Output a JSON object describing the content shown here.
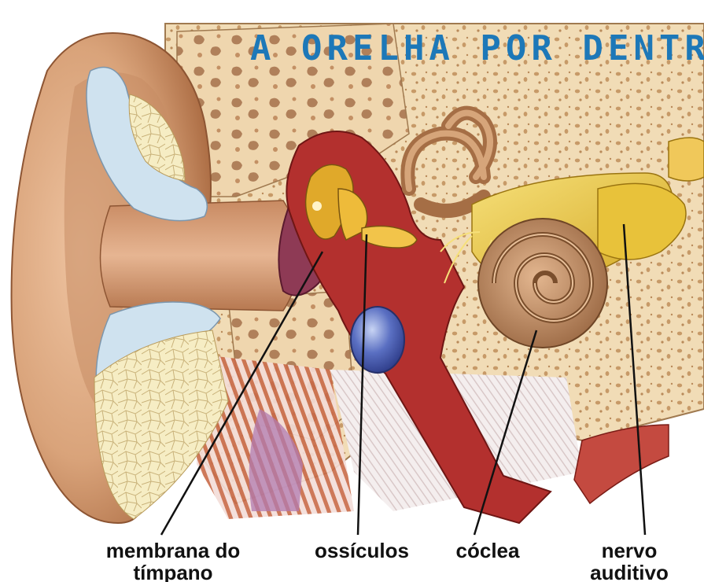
{
  "title": "A ORELHA POR DENTRO",
  "labels": {
    "tympanic_membrane": [
      "membrana do",
      "tímpano"
    ],
    "ossicles": "ossículos",
    "cochlea": "cóclea",
    "auditory_nerve": [
      "nervo",
      "auditivo"
    ]
  },
  "colors": {
    "title": "#1d78b8",
    "skin": "#d9a37a",
    "bone": "#f1dcb6",
    "cartilage": "#cfe2ef",
    "middle_ear": "#b3302e",
    "ossicles": "#e0a92a",
    "cochlea": "#b8845b",
    "nerve": "#f0d23a",
    "vein": "#4a5fb0",
    "muscle": "#c86a48"
  }
}
